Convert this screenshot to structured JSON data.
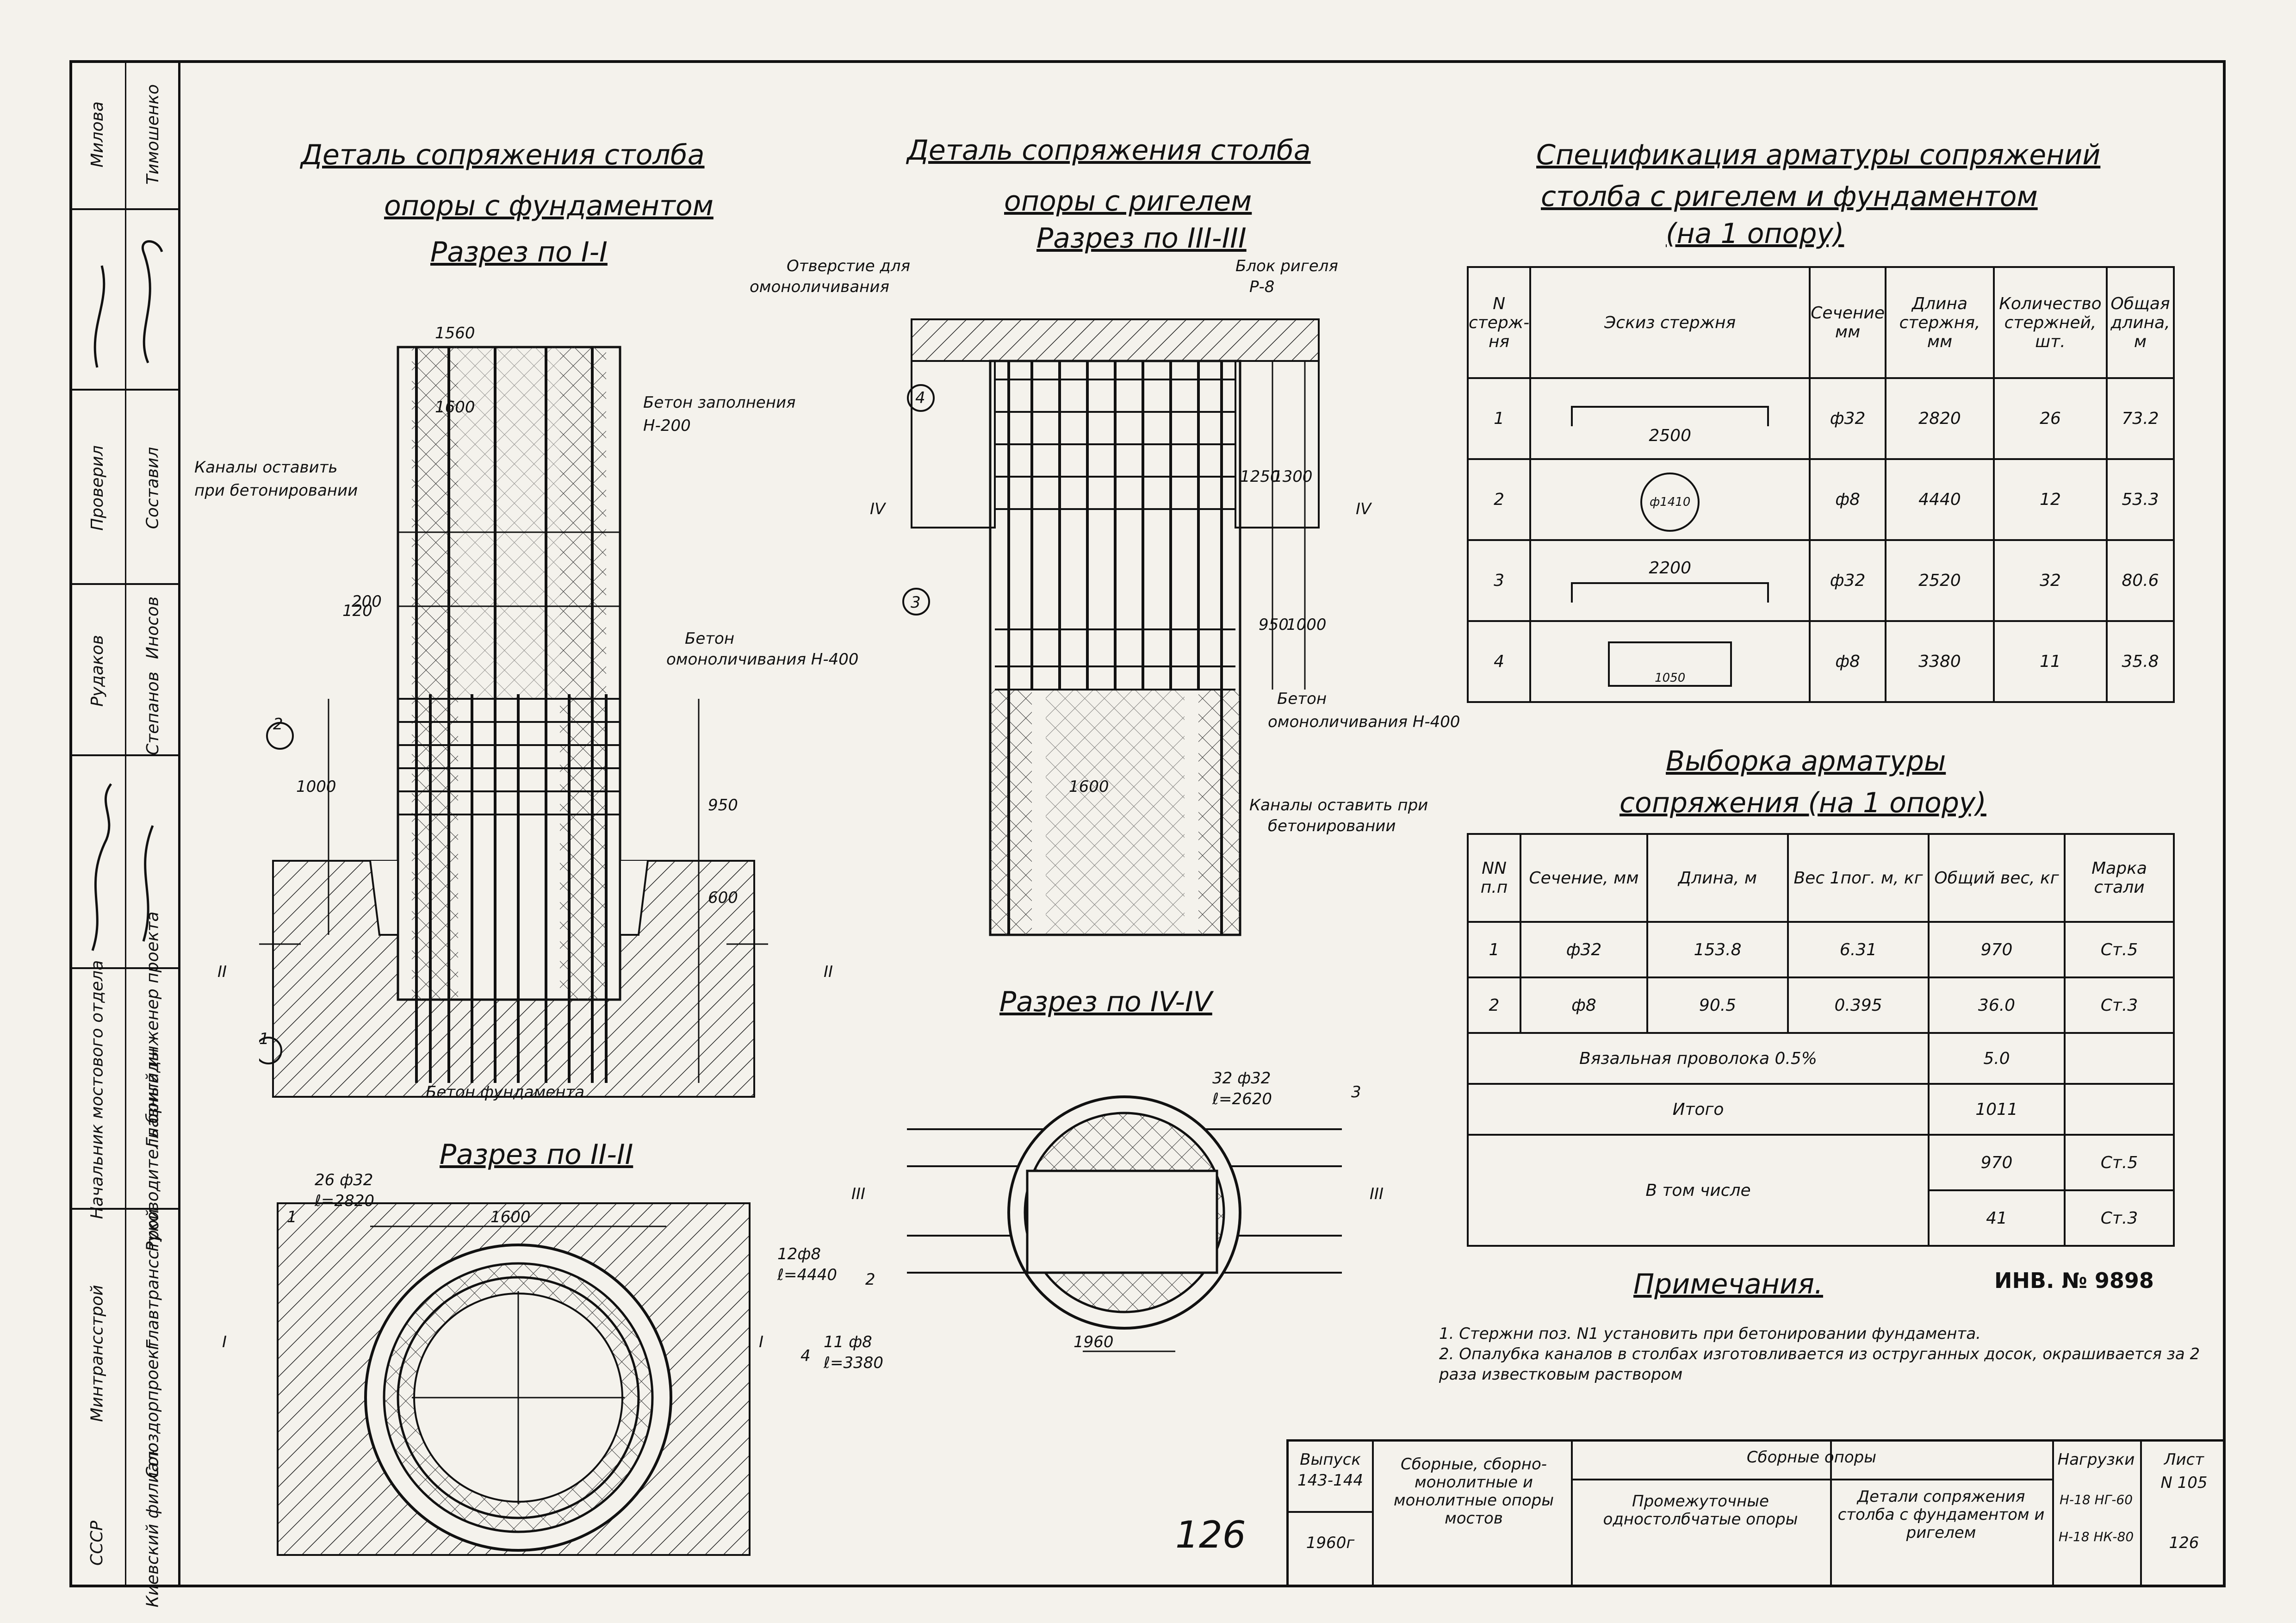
{
  "titles": {
    "foundation_detail_1": "Деталь сопряжения столба",
    "foundation_detail_2": "опоры с фундаментом",
    "section_1": "Разрез по I-I",
    "crossbar_detail_1": "Деталь сопряжения столба",
    "crossbar_detail_2": "опоры с ригелем",
    "section_3": "Разрез по III-III",
    "section_2": "Разрез по II-II",
    "section_4": "Разрез по IV-IV"
  },
  "drawing_labels": {
    "channels_leave": "Каналы оставить",
    "channels_leave_2": "при бетонировании",
    "fill_concrete": "Бетон заполнения",
    "fill_concrete_2": "Н-200",
    "monolith_concrete": "Бетон",
    "monolith_concrete_2": "омоноличивания Н-400",
    "foundation_concrete": "Бетон фундамента",
    "hole": "Отверстие для",
    "hole_2": "омоноличивания",
    "block": "Блок ригеля",
    "block_2": "Р-8",
    "monolith_concrete_b": "Бетон",
    "monolith_concrete_b_2": "омоноличивания Н-400",
    "channels_leave_b": "Каналы оставить при",
    "channels_leave_b_2": "бетонировании",
    "bars_32_a": "26 ф32",
    "bars_32_a_len": "ℓ=2820",
    "bars_8_a": "12ф8",
    "bars_8_a_len": "ℓ=4440",
    "bars_8_b": "11 ф8",
    "bars_8_b_len": "ℓ=3380",
    "bars_32_b": "32 ф32",
    "bars_32_b_len": "ℓ=2620",
    "dim_1560": "1560",
    "dim_1600": "1600",
    "dim_1000": "1000",
    "dim_950": "950",
    "dim_600": "600",
    "dim_1250": "1250",
    "dim_1300": "1300",
    "dim_200": "200",
    "dim_120": "120",
    "dim_1960": "1960",
    "pos1": "1",
    "pos2": "2",
    "pos3": "3",
    "pos4": "4",
    "cut_I": "I",
    "cut_II": "II",
    "cut_III": "III",
    "cut_IV": "IV"
  },
  "spec": {
    "title_1": "Спецификация арматуры сопряжений",
    "title_2": "столба с ригелем и фундаментом",
    "title_3": "(на 1 опору)",
    "headers": [
      "N стерж- ня",
      "Эскиз стержня",
      "Сечение мм",
      "Длина стержня, мм",
      "Количество стержней, шт.",
      "Общая длина, м"
    ],
    "rows": [
      {
        "n": "1",
        "sketch": "2500",
        "sec": "ф32",
        "len": "2820",
        "qty": "26",
        "total": "73.2"
      },
      {
        "n": "2",
        "sketch": "ф1410",
        "sec": "ф8",
        "len": "4440",
        "qty": "12",
        "total": "53.3"
      },
      {
        "n": "3",
        "sketch": "2200",
        "sec": "ф32",
        "len": "2520",
        "qty": "32",
        "total": "80.6"
      },
      {
        "n": "4",
        "sketch": "1050",
        "sec": "ф8",
        "len": "3380",
        "qty": "11",
        "total": "35.8"
      }
    ]
  },
  "selection": {
    "title_1": "Выборка арматуры",
    "title_2": "сопряжения (на 1 опору)",
    "headers": [
      "NN п.п",
      "Сечение, мм",
      "Длина, м",
      "Вес 1пог. м, кг",
      "Общий вес, кг",
      "Марка стали"
    ],
    "rows": [
      {
        "n": "1",
        "sec": "ф32",
        "len": "153.8",
        "w": "6.31",
        "total": "970",
        "steel": "Ст.5"
      },
      {
        "n": "2",
        "sec": "ф8",
        "len": "90.5",
        "w": "0.395",
        "total": "36.0",
        "steel": "Ст.3"
      }
    ],
    "wire_label": "Вязальная проволока 0.5%",
    "wire_total": "5.0",
    "sum_label": "Итого",
    "sum_total": "1011",
    "incl_label": "В том числе",
    "incl_1": "970",
    "incl_1_steel": "Ст.5",
    "incl_2": "41",
    "incl_2_steel": "Ст.3"
  },
  "notes": {
    "title": "Примечания.",
    "n1": "1. Стержни поз. N1 установить при бетонировании фундамента.",
    "n2": "2. Опалубка каналов в столбах изготовливается из оструганных досок, окрашивается за 2 раза известковым раствором"
  },
  "inv": "ИНВ. № 9898",
  "side": {
    "r1a": "Милова",
    "r1b": "Тимошенко",
    "r3a": "Проверил",
    "r3b": "Составил",
    "r4a": "Рудаков",
    "r4b": "Иносов",
    "r4c": "Степанов",
    "r6a": "Начальник мостового отдела",
    "r6b": "Главный инженер проекта",
    "r6c": "Руководитель бригады",
    "r7a": "СССР",
    "r7b": "Минтрансстрой",
    "r7c": "Главтрансстрой",
    "r7d": "Союздорпроект",
    "r7e": "Киевский филиал"
  },
  "stamp": {
    "issue_label": "Выпуск",
    "issue": "143-144",
    "year": "1960г",
    "c2": "Сборные, сборно-монолитные и монолитные опоры мостов",
    "c3a": "Сборные опоры",
    "c3b": "Промежуточные одностолбчатые опоры",
    "c3c": "Детали сопряжения столба с фундаментом и ригелем",
    "load_label": "Нагрузки",
    "load1": "Н-18 НГ-60",
    "load2": "Н-18 НК-80",
    "sheet_label": "Лист",
    "sheet": "N 105",
    "sheet_no": "126"
  },
  "page_number": "126"
}
